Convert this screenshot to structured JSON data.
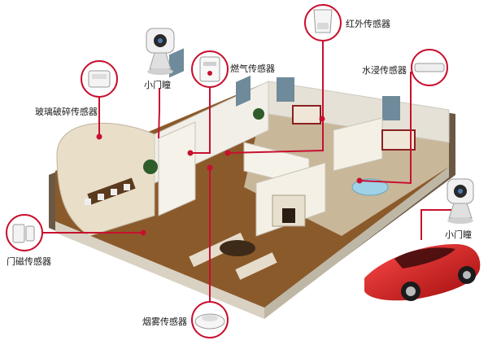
{
  "labels": {
    "glass_break": "玻璃破碎传感器",
    "door_cam_left": "小门瞳",
    "gas": "燃气传感器",
    "infrared": "红外传感器",
    "water": "水浸传感器",
    "door_cam_right": "小门瞳",
    "door_magnet": "门磁传感器",
    "smoke": "烟雾传感器"
  },
  "colors": {
    "accent": "#c8102e",
    "floor_wood": "#8b5a2b",
    "floor_tile": "#c9b79a",
    "wall": "#f2efe8",
    "car": "#d01f1f"
  }
}
